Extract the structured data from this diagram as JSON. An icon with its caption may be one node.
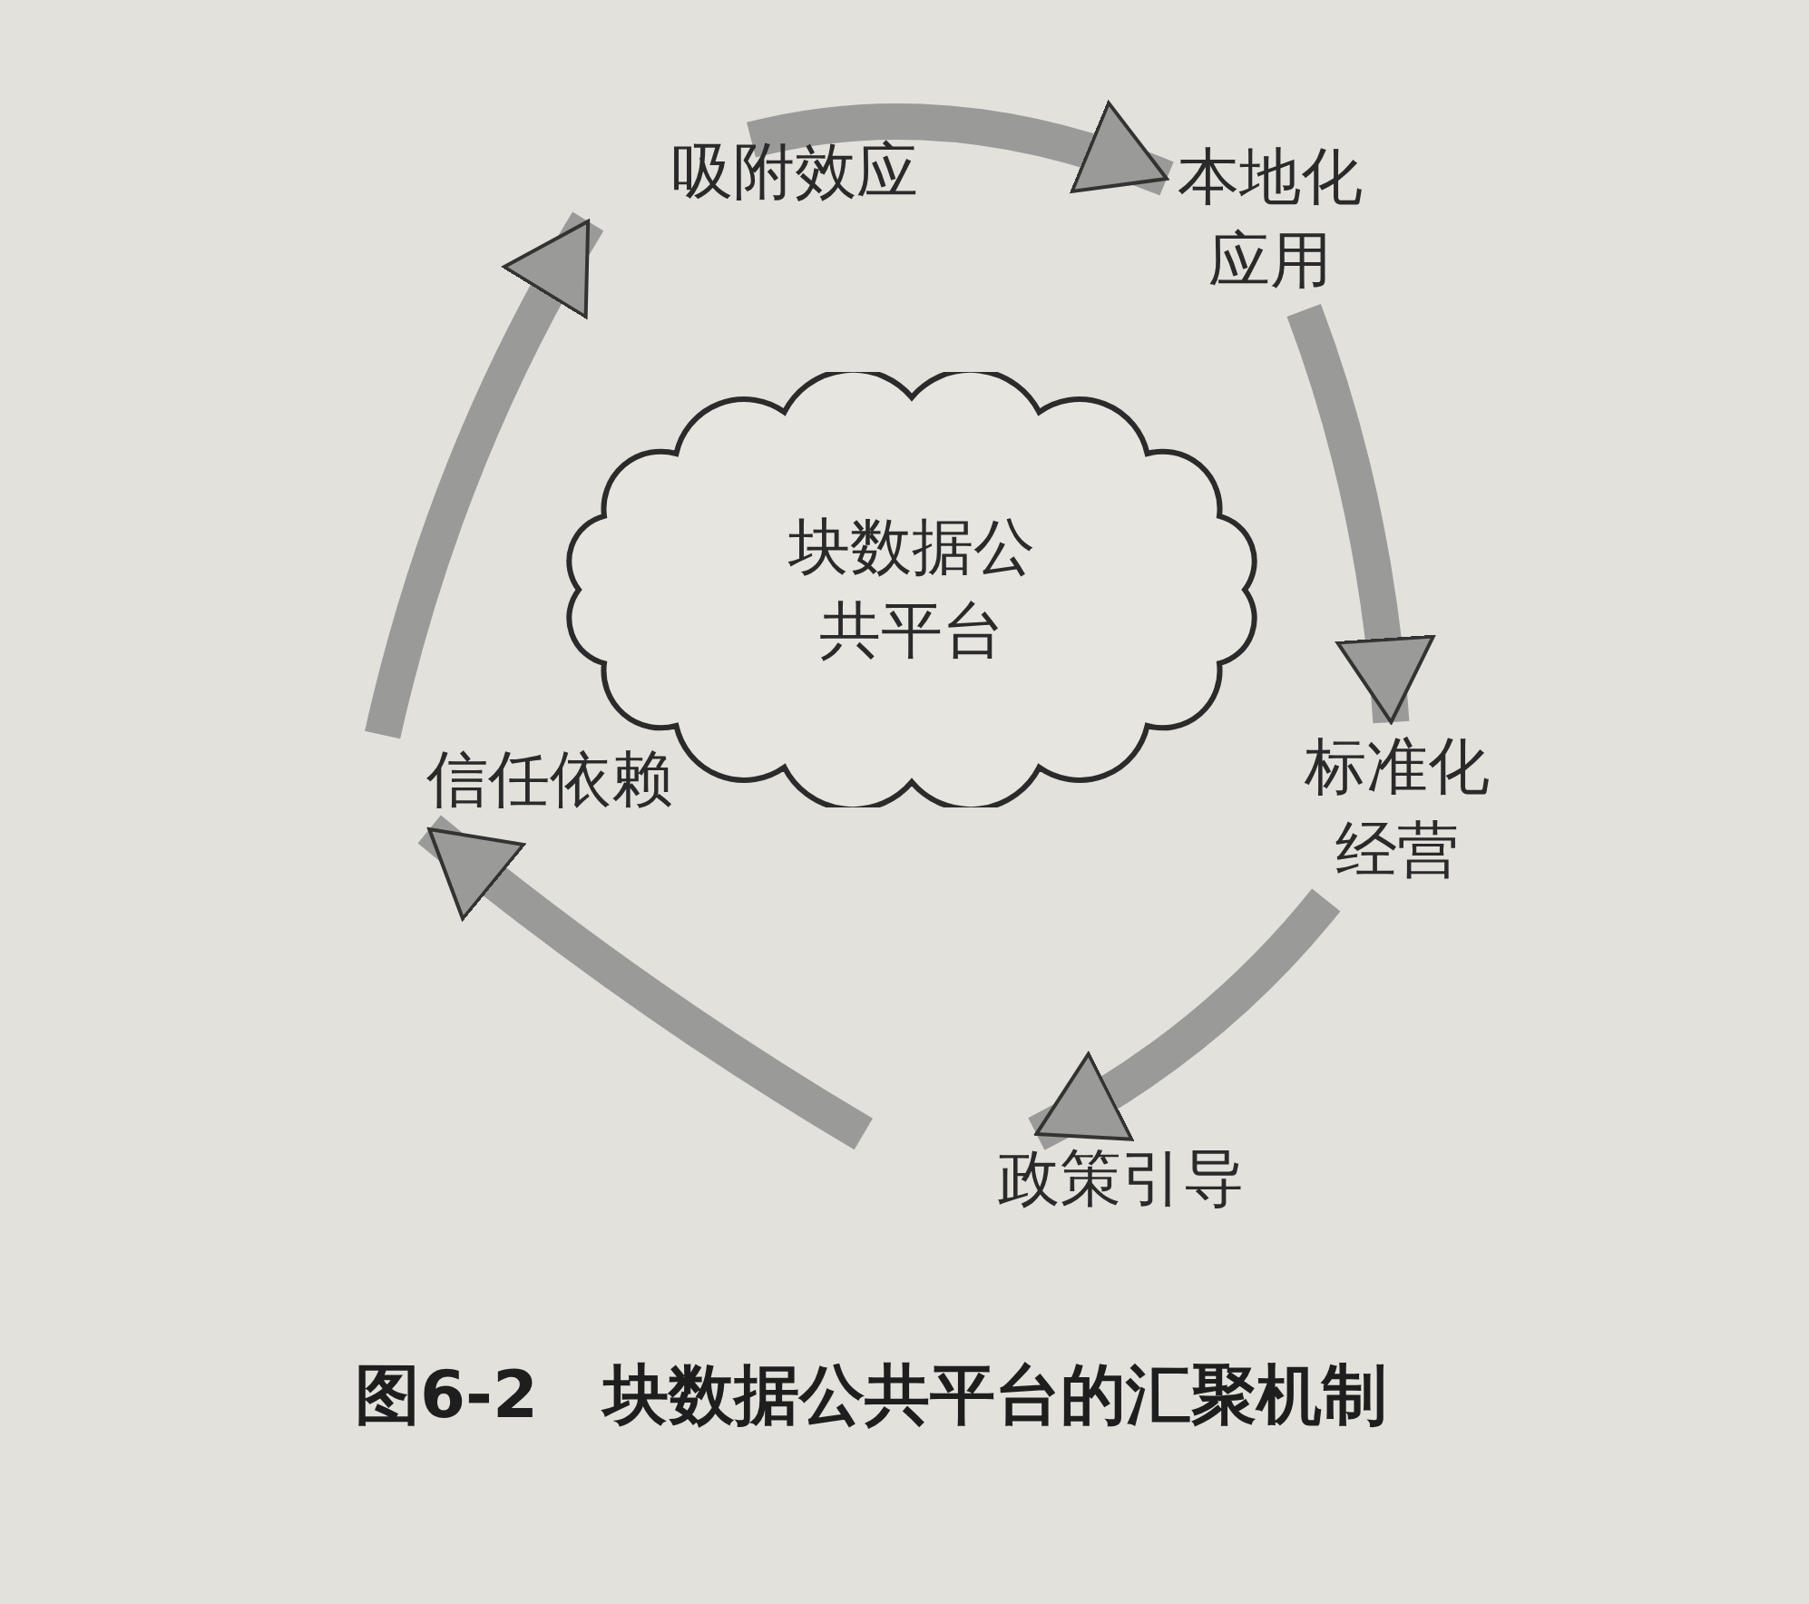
{
  "diagram": {
    "caption": "图6-2　块数据公共平台的汇聚机制",
    "nodes": [
      {
        "text": [
          "吸附效应"
        ]
      },
      {
        "text": [
          "本地化应用"
        ]
      },
      {
        "text": [
          "标准化经营"
        ]
      },
      {
        "text": [
          "政策引导"
        ]
      },
      {
        "text": [
          "信任依赖"
        ]
      },
      {
        "text": [
          "块数据公共平台"
        ]
      }
    ],
    "edges": [
      {
        "from": 0,
        "to": 1,
        "arrow": "to"
      },
      {
        "from": 1,
        "to": 2,
        "arrow": "to"
      },
      {
        "from": 2,
        "to": 3,
        "arrow": "to"
      },
      {
        "from": 3,
        "to": 4,
        "arrow": "to"
      },
      {
        "from": 4,
        "to": 0,
        "arrow": "to"
      }
    ]
  }
}
